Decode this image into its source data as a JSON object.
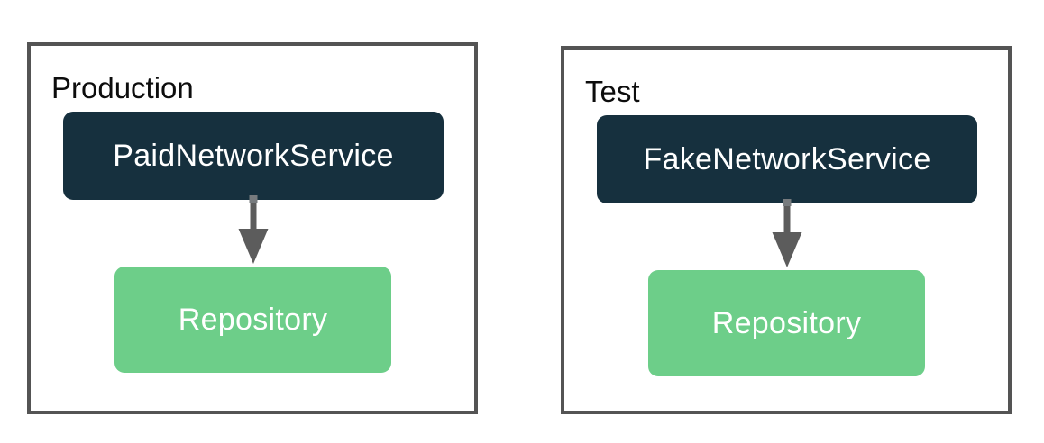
{
  "diagram": {
    "containers": [
      {
        "id": "production",
        "label": "Production",
        "service_label": "PaidNetworkService",
        "repository_label": "Repository"
      },
      {
        "id": "test",
        "label": "Test",
        "service_label": "FakeNetworkService",
        "repository_label": "Repository"
      }
    ],
    "arrow_icon": "down-arrow"
  },
  "colors": {
    "service_box_bg": "#16303E",
    "repository_box_bg": "#6DCE89",
    "container_border": "#545454",
    "arrow": "#5C5C5C",
    "arrow_stub": "#777B7E",
    "env_label_text": "#0D0D0D",
    "box_text": "#FFFFFF",
    "background": "#FFFFFF"
  }
}
